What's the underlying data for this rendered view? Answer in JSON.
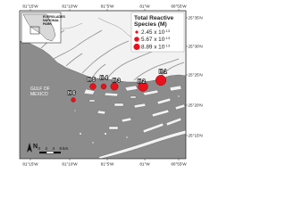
{
  "legend": {
    "title_line1": "Total Reactive",
    "title_line2": "Species (M)",
    "entries": [
      {
        "value": "2.45 x 10",
        "exponent": "-13"
      },
      {
        "value": "5.67 x 10",
        "exponent": "-13"
      },
      {
        "value": "8.89 x 10",
        "exponent": "-13"
      }
    ]
  },
  "inset": {
    "label_line1": "EVERGLADES",
    "label_line2": "NATIONAL",
    "label_line3": "PARK"
  },
  "water_label": {
    "line1": "GULF OF",
    "line2": "MEXICO"
  },
  "axes": {
    "top_ticks": [
      "81°15'W",
      "81°10'W",
      "81°5'W",
      "81°W",
      "80°55'W"
    ],
    "bottom_ticks": [
      "81°15'W",
      "81°10'W",
      "81°5'W",
      "81°W",
      "80°55'W"
    ],
    "right_ticks": [
      "25°35'N",
      "25°30'N",
      "25°25'N",
      "25°20'N",
      "25°15'N"
    ]
  },
  "sites": [
    {
      "label": "H-1",
      "concentration_e13": 8.89
    },
    {
      "label": "H-2",
      "concentration_e13": 8.2
    },
    {
      "label": "H-3",
      "concentration_e13": 5.67
    },
    {
      "label": "H-4",
      "concentration_e13": 3.5
    },
    {
      "label": "H-5",
      "concentration_e13": 4.0
    },
    {
      "label": "H-6",
      "concentration_e13": 2.45
    }
  ],
  "scale_bar": {
    "ticks": [
      "0",
      "2",
      "4",
      "6"
    ],
    "unit": "km"
  },
  "north_arrow": {
    "label": "N"
  },
  "colors": {
    "water": "#8c8c8c",
    "land": "#f2f2f2",
    "marker": "#e8121c",
    "shoreline": "#555555"
  }
}
